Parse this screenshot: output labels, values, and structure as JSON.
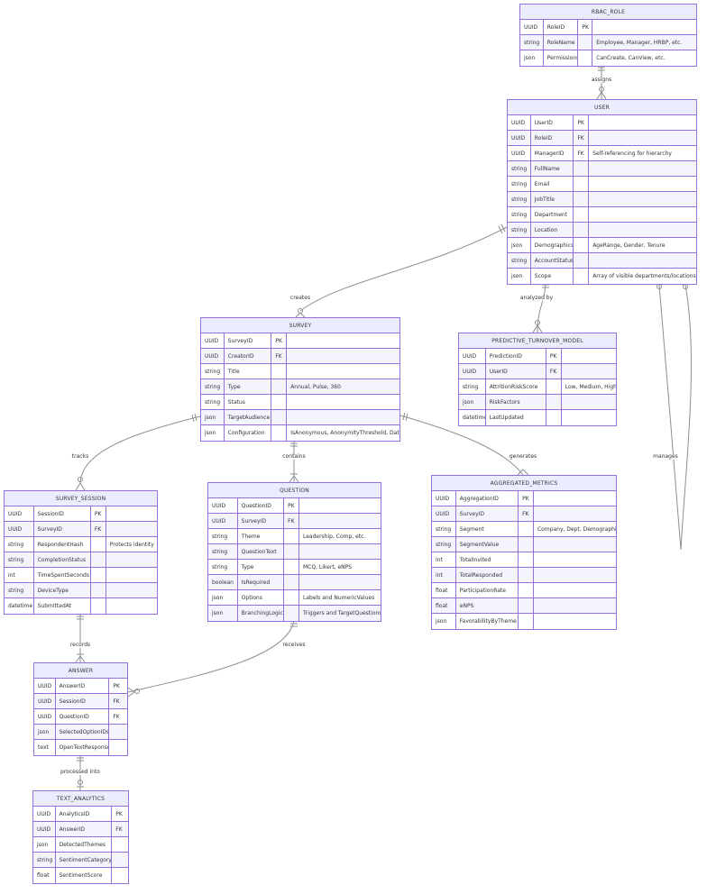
{
  "entities": {
    "rbac_role": {
      "name": "RBAC_ROLE",
      "rows": [
        [
          "UUID",
          "RoleID",
          "PK",
          ""
        ],
        [
          "string",
          "RoleName",
          "",
          "Employee, Manager, HRBP, etc."
        ],
        [
          "json",
          "Permissions",
          "",
          "CanCreate, CanView, etc."
        ]
      ]
    },
    "user": {
      "name": "USER",
      "rows": [
        [
          "UUID",
          "UserID",
          "PK",
          ""
        ],
        [
          "UUID",
          "RoleID",
          "FK",
          ""
        ],
        [
          "UUID",
          "ManagerID",
          "FK",
          "Self-referencing for hierarchy"
        ],
        [
          "string",
          "FullName",
          "",
          ""
        ],
        [
          "string",
          "Email",
          "",
          ""
        ],
        [
          "string",
          "JobTitle",
          "",
          ""
        ],
        [
          "string",
          "Department",
          "",
          ""
        ],
        [
          "string",
          "Location",
          "",
          ""
        ],
        [
          "json",
          "Demographics",
          "",
          "AgeRange, Gender, Tenure"
        ],
        [
          "string",
          "AccountStatus",
          "",
          ""
        ],
        [
          "json",
          "Scope",
          "",
          "Array of visible departments/locations"
        ]
      ]
    },
    "survey": {
      "name": "SURVEY",
      "rows": [
        [
          "UUID",
          "SurveyID",
          "PK",
          ""
        ],
        [
          "UUID",
          "CreatorID",
          "FK",
          ""
        ],
        [
          "string",
          "Title",
          "",
          ""
        ],
        [
          "string",
          "Type",
          "",
          "Annual, Pulse, 360"
        ],
        [
          "string",
          "Status",
          "",
          ""
        ],
        [
          "json",
          "TargetAudience",
          "",
          ""
        ],
        [
          "json",
          "Configuration",
          "",
          "IsAnonymous, AnonymityThreshold, Dates"
        ]
      ]
    },
    "predictive_turnover_model": {
      "name": "PREDICTIVE_TURNOVER_MODEL",
      "rows": [
        [
          "UUID",
          "PredictionID",
          "PK",
          ""
        ],
        [
          "UUID",
          "UserID",
          "FK",
          ""
        ],
        [
          "string",
          "AttritionRiskScore",
          "",
          "Low, Medium, High"
        ],
        [
          "json",
          "RiskFactors",
          "",
          ""
        ],
        [
          "datetime",
          "LastUpdated",
          "",
          ""
        ]
      ]
    },
    "survey_session": {
      "name": "SURVEY_SESSION",
      "rows": [
        [
          "UUID",
          "SessionID",
          "PK",
          ""
        ],
        [
          "UUID",
          "SurveyID",
          "FK",
          ""
        ],
        [
          "string",
          "RespondentHash",
          "",
          "Protects identity"
        ],
        [
          "string",
          "CompletionStatus",
          "",
          ""
        ],
        [
          "int",
          "TimeSpentSeconds",
          "",
          ""
        ],
        [
          "string",
          "DeviceType",
          "",
          ""
        ],
        [
          "datetime",
          "SubmittedAt",
          "",
          ""
        ]
      ]
    },
    "question": {
      "name": "QUESTION",
      "rows": [
        [
          "UUID",
          "QuestionID",
          "PK",
          ""
        ],
        [
          "UUID",
          "SurveyID",
          "FK",
          ""
        ],
        [
          "string",
          "Theme",
          "",
          "Leadership, Comp, etc."
        ],
        [
          "string",
          "QuestionText",
          "",
          ""
        ],
        [
          "string",
          "Type",
          "",
          "MCQ, Likert, eNPS"
        ],
        [
          "boolean",
          "IsRequired",
          "",
          ""
        ],
        [
          "json",
          "Options",
          "",
          "Labels and NumericValues"
        ],
        [
          "json",
          "BranchingLogic",
          "",
          "Triggers and TargetQuestions"
        ]
      ]
    },
    "aggregated_metrics": {
      "name": "AGGREGATED_METRICS",
      "rows": [
        [
          "UUID",
          "AggregationID",
          "PK",
          ""
        ],
        [
          "UUID",
          "SurveyID",
          "FK",
          ""
        ],
        [
          "string",
          "Segment",
          "",
          "Company, Dept, Demographic"
        ],
        [
          "string",
          "SegmentValue",
          "",
          ""
        ],
        [
          "int",
          "TotalInvited",
          "",
          ""
        ],
        [
          "int",
          "TotalResponded",
          "",
          ""
        ],
        [
          "float",
          "ParticipationRate",
          "",
          ""
        ],
        [
          "float",
          "eNPS",
          "",
          ""
        ],
        [
          "json",
          "FavorabilityByTheme",
          "",
          ""
        ]
      ]
    },
    "answer": {
      "name": "ANSWER",
      "rows": [
        [
          "UUID",
          "AnswerID",
          "PK",
          ""
        ],
        [
          "UUID",
          "SessionID",
          "FK",
          ""
        ],
        [
          "UUID",
          "QuestionID",
          "FK",
          ""
        ],
        [
          "json",
          "SelectedOptionIDs",
          "",
          ""
        ],
        [
          "text",
          "OpenTextResponse",
          "",
          ""
        ]
      ]
    },
    "text_analytics": {
      "name": "TEXT_ANALYTICS",
      "rows": [
        [
          "UUID",
          "AnalyticsID",
          "PK",
          ""
        ],
        [
          "UUID",
          "AnswerID",
          "FK",
          ""
        ],
        [
          "json",
          "DetectedThemes",
          "",
          ""
        ],
        [
          "string",
          "SentimentCategory",
          "",
          ""
        ],
        [
          "float",
          "SentimentScore",
          "",
          ""
        ]
      ]
    }
  },
  "relationships": {
    "assigns": "assigns",
    "creates": "creates",
    "analyzed_by": "analyzed by",
    "manages": "manages",
    "tracks": "tracks",
    "contains": "contains",
    "generates": "generates",
    "records": "records",
    "receives": "receives",
    "processed_into": "processed into"
  }
}
